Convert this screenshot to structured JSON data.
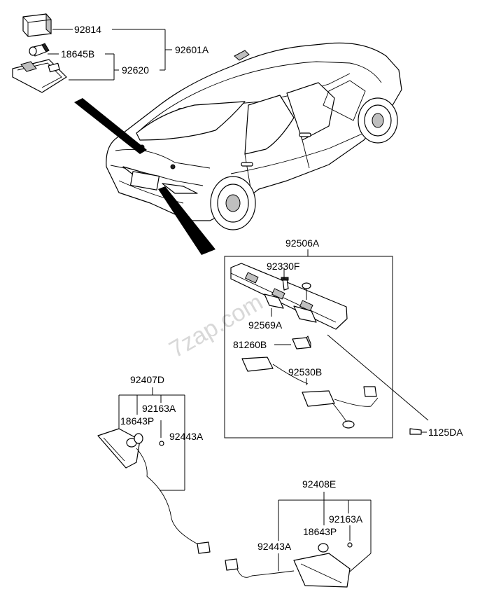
{
  "watermark": "7zap.com",
  "callouts": {
    "p92814": "92814",
    "p18645B": "18645B",
    "p92620": "92620",
    "p92601A": "92601A",
    "p92506A": "92506A",
    "p92330F": "92330F",
    "p92569A": "92569A",
    "p81260B": "81260B",
    "p92530B": "92530B",
    "p1125DA": "1125DA",
    "p92407D": "92407D",
    "p92163A_left": "92163A",
    "p18643P_left": "18643P",
    "p92443A_left": "92443A",
    "p92408E": "92408E",
    "p92163A_right": "92163A",
    "p18643P_right": "18643P",
    "p92443A_right": "92443A"
  }
}
